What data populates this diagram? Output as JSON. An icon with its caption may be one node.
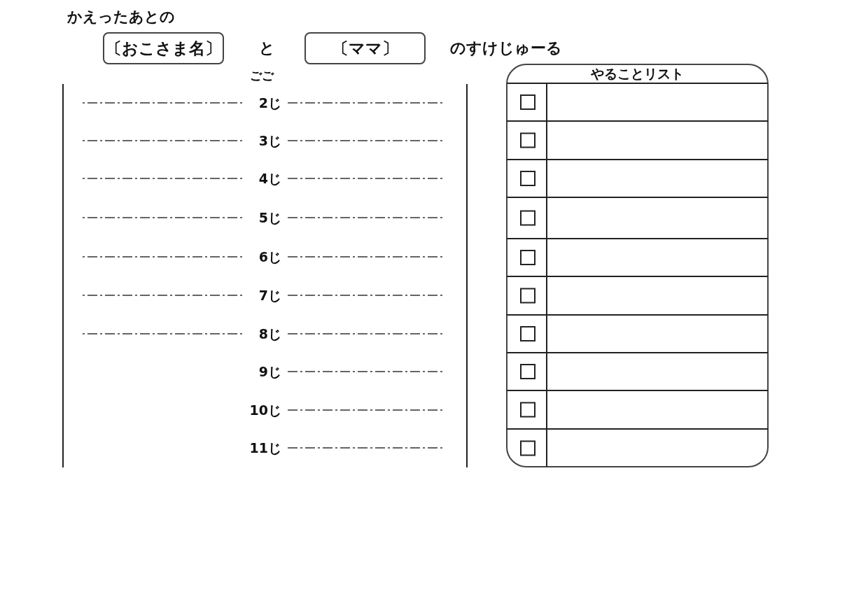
{
  "diagram": {
    "title": "かえったあとの",
    "nodes": [
      {
        "text": [
          "〔おこさま名〕"
        ]
      },
      {
        "text": [
          "〔ママ〕"
        ]
      },
      {
        "text": [
          "やることリスト"
        ]
      }
    ],
    "labels": [
      "と",
      "のすけじゅーる",
      "ごご",
      "2じ",
      "3じ",
      "4じ",
      "5じ",
      "6じ",
      "7じ",
      "8じ",
      "9じ",
      "10じ",
      "11じ"
    ]
  }
}
